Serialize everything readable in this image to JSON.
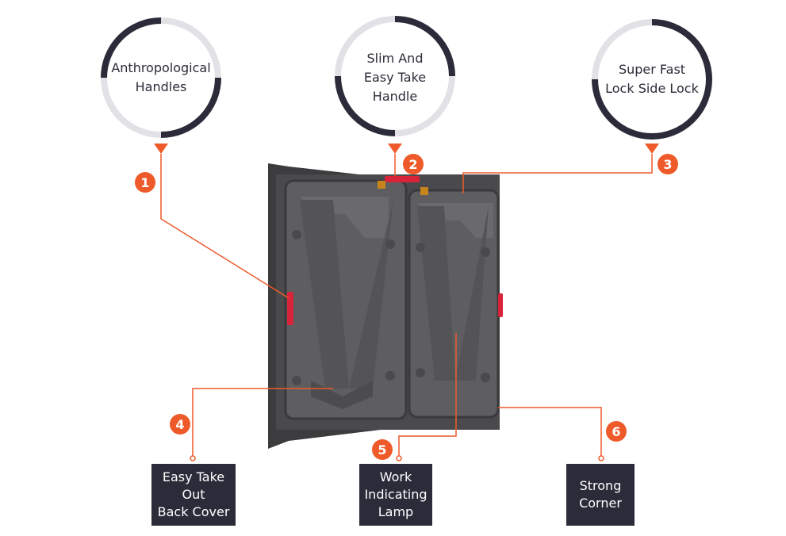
{
  "callouts": [
    {
      "number": "1",
      "label": "Anthropological\nHandles"
    },
    {
      "number": "2",
      "label": "Slim And\nEasy Take\nHandle"
    },
    {
      "number": "3",
      "label": "Super Fast\nLock Side Lock"
    },
    {
      "number": "4",
      "label": "Easy Take\nOut\nBack Cover"
    },
    {
      "number": "5",
      "label": "Work\nIndicating\nLamp"
    },
    {
      "number": "6",
      "label": "Strong\nCorner"
    }
  ],
  "colors": {
    "accent": "#ef5a2a",
    "ring_dark": "#2b2b3a",
    "ring_light": "#e2e2e6",
    "cabinet": "#5a5a5c",
    "handle": "#d8233a"
  },
  "icons": [
    "led-cabinet-image"
  ]
}
